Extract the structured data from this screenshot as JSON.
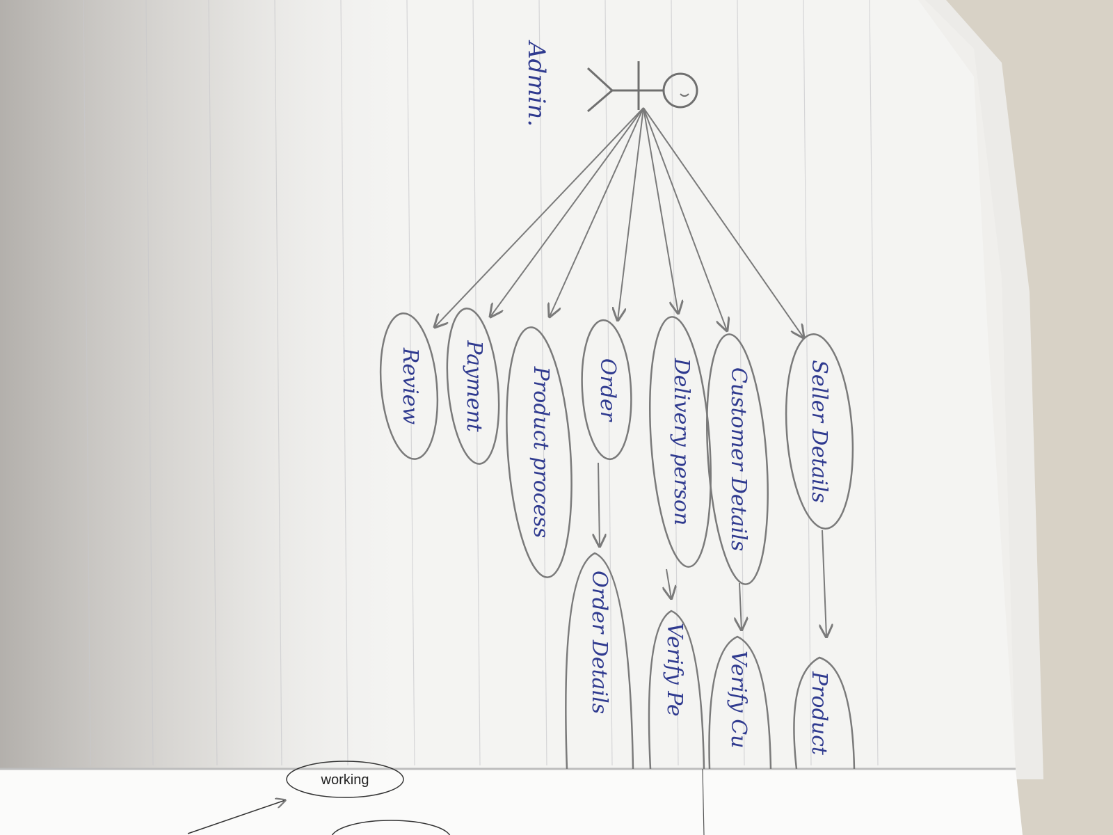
{
  "actor": {
    "label": "Admin."
  },
  "use_cases": [
    {
      "id": "seller",
      "label": "Seller Details"
    },
    {
      "id": "customer",
      "label": "Customer Details"
    },
    {
      "id": "delivery",
      "label": "Delivery person"
    },
    {
      "id": "order",
      "label": "Order"
    },
    {
      "id": "product_process",
      "label": "Product process"
    },
    {
      "id": "payment",
      "label": "Payment"
    },
    {
      "id": "review",
      "label": "Review"
    },
    {
      "id": "product_sub",
      "label": "Product"
    },
    {
      "id": "verify_customer",
      "label": "Verify Cu"
    },
    {
      "id": "verify_person",
      "label": "Verify Pe"
    },
    {
      "id": "order_details",
      "label": "Order Details"
    }
  ],
  "next_page": {
    "label": "working"
  },
  "colors": {
    "ink": "#2f3a8f",
    "pencil": "#7a7a7a",
    "paper": "#f4f4f2",
    "background": "#d8d2c6"
  }
}
